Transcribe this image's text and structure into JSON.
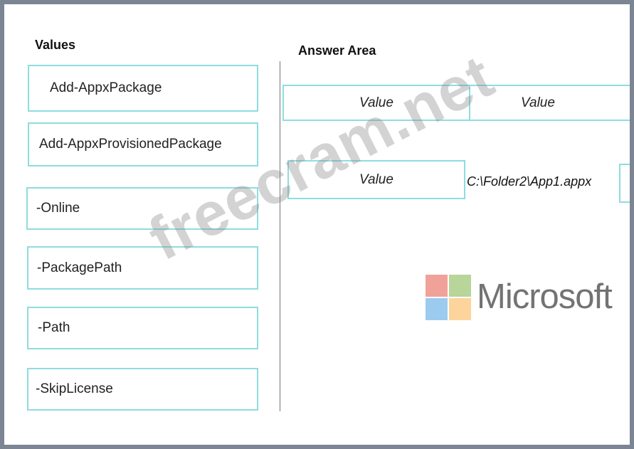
{
  "values_section": {
    "title": "Values",
    "items": [
      {
        "label": "Add-AppxPackage"
      },
      {
        "label": "Add-AppxProvisionedPackage"
      },
      {
        "label": "-Online"
      },
      {
        "label": "-PackagePath"
      },
      {
        "label": "-Path"
      },
      {
        "label": "-SkipLicense"
      }
    ]
  },
  "answer_area": {
    "title": "Answer Area",
    "row1": [
      "Value",
      "Value"
    ],
    "row2_slot": "Value",
    "row2_path": "C:\\Folder2\\App1.appx"
  },
  "branding": {
    "microsoft_text": "Microsoft",
    "watermark": "freecram.net",
    "logo_colors": [
      "#f25022",
      "#7fba00",
      "#00a4ef",
      "#ffb900"
    ]
  }
}
